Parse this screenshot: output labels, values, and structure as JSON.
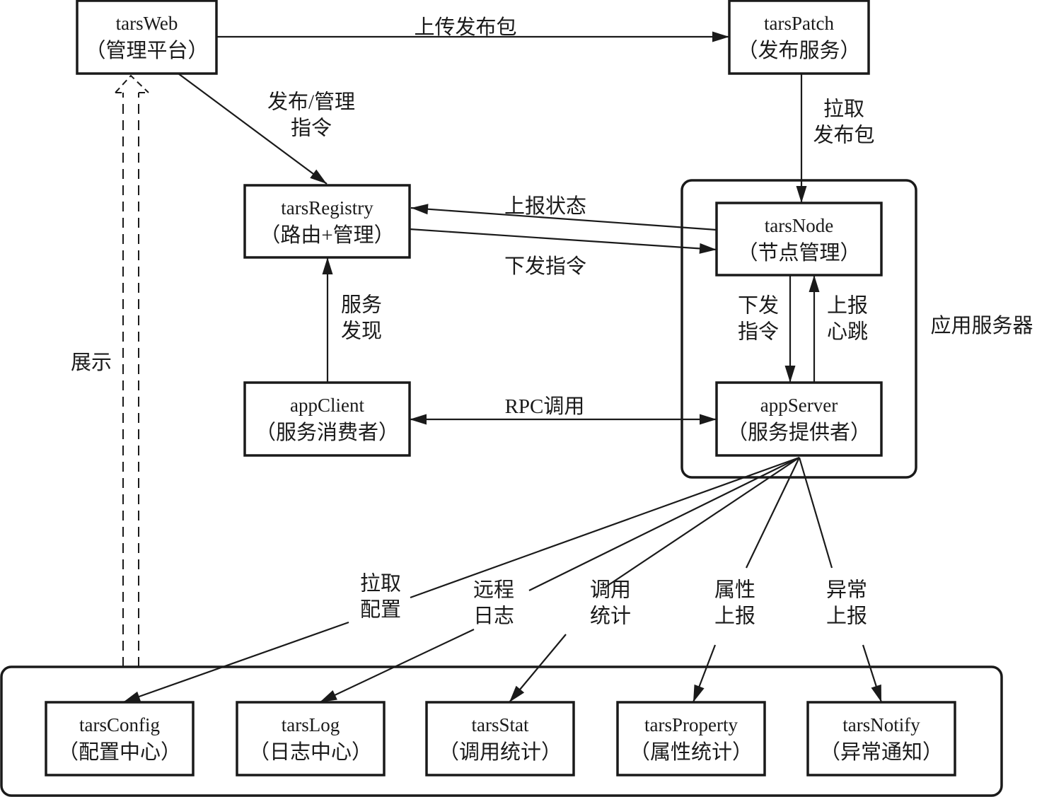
{
  "diagram": {
    "type": "architecture",
    "title": "",
    "nodes": [
      {
        "id": "tarsWeb",
        "title": "tarsWeb",
        "subtitle": "（管理平台）"
      },
      {
        "id": "tarsPatch",
        "title": "tarsPatch",
        "subtitle": "（发布服务）"
      },
      {
        "id": "tarsRegistry",
        "title": "tarsRegistry",
        "subtitle": "（路由+管理）"
      },
      {
        "id": "tarsNode",
        "title": "tarsNode",
        "subtitle": "（节点管理）"
      },
      {
        "id": "appClient",
        "title": "appClient",
        "subtitle": "（服务消费者）"
      },
      {
        "id": "appServer",
        "title": "appServer",
        "subtitle": "（服务提供者）"
      },
      {
        "id": "tarsConfig",
        "title": "tarsConfig",
        "subtitle": "（配置中心）"
      },
      {
        "id": "tarsLog",
        "title": "tarsLog",
        "subtitle": "（日志中心）"
      },
      {
        "id": "tarsStat",
        "title": "tarsStat",
        "subtitle": "（调用统计）"
      },
      {
        "id": "tarsProperty",
        "title": "tarsProperty",
        "subtitle": "（属性统计）"
      },
      {
        "id": "tarsNotify",
        "title": "tarsNotify",
        "subtitle": "（异常通知）"
      }
    ],
    "groups": [
      {
        "id": "app-server-group",
        "label": "应用服务器",
        "members": [
          "tarsNode",
          "appServer"
        ]
      },
      {
        "id": "framework-services-group",
        "label": "",
        "members": [
          "tarsConfig",
          "tarsLog",
          "tarsStat",
          "tarsProperty",
          "tarsNotify"
        ]
      }
    ],
    "edges": [
      {
        "id": "e-upload",
        "from": "tarsWeb",
        "to": "tarsPatch",
        "label": [
          "上传发布包"
        ],
        "style": "solid"
      },
      {
        "id": "e-publish-cmd",
        "from": "tarsWeb",
        "to": "tarsRegistry",
        "label": [
          "发布/管理",
          "指令"
        ],
        "style": "solid"
      },
      {
        "id": "e-pull-package",
        "from": "tarsPatch",
        "to": "tarsNode",
        "label": [
          "拉取",
          "发布包"
        ],
        "style": "solid"
      },
      {
        "id": "e-report-status",
        "from": "tarsNode",
        "to": "tarsRegistry",
        "label": [
          "上报状态"
        ],
        "style": "solid"
      },
      {
        "id": "e-issue-cmd",
        "from": "tarsRegistry",
        "to": "tarsNode",
        "label": [
          "下发指令"
        ],
        "style": "solid"
      },
      {
        "id": "e-discovery",
        "from": "appClient",
        "to": "tarsRegistry",
        "label": [
          "服务",
          "发现"
        ],
        "style": "solid"
      },
      {
        "id": "e-rpc",
        "from": "appClient",
        "to": "appServer",
        "label": [
          "RPC调用"
        ],
        "style": "bidirectional"
      },
      {
        "id": "e-node-cmd",
        "from": "tarsNode",
        "to": "appServer",
        "label": [
          "下发",
          "指令"
        ],
        "style": "solid"
      },
      {
        "id": "e-heartbeat",
        "from": "appServer",
        "to": "tarsNode",
        "label": [
          "上报",
          "心跳"
        ],
        "style": "solid"
      },
      {
        "id": "e-pull-config",
        "from": "appServer",
        "to": "tarsConfig",
        "label": [
          "拉取",
          "配置"
        ],
        "style": "solid"
      },
      {
        "id": "e-remote-log",
        "from": "appServer",
        "to": "tarsLog",
        "label": [
          "远程",
          "日志"
        ],
        "style": "solid"
      },
      {
        "id": "e-call-stat",
        "from": "appServer",
        "to": "tarsStat",
        "label": [
          "调用",
          "统计"
        ],
        "style": "solid"
      },
      {
        "id": "e-property",
        "from": "appServer",
        "to": "tarsProperty",
        "label": [
          "属性",
          "上报"
        ],
        "style": "solid"
      },
      {
        "id": "e-exception",
        "from": "appServer",
        "to": "tarsNotify",
        "label": [
          "异常",
          "上报"
        ],
        "style": "solid"
      },
      {
        "id": "e-display",
        "from": "framework-services-group",
        "to": "tarsWeb",
        "label": [
          "展示"
        ],
        "style": "dashed-double"
      }
    ]
  }
}
